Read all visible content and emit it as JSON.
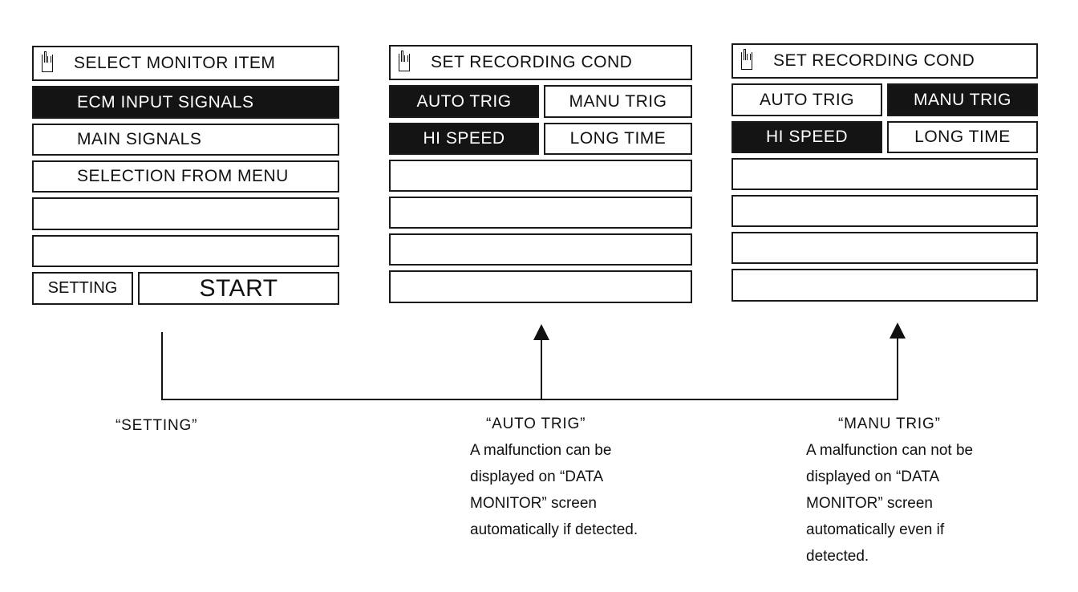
{
  "screen_select": {
    "header": "SELECT MONITOR ITEM",
    "items": [
      "ECM INPUT SIGNALS",
      "MAIN SIGNALS",
      "SELECTION FROM MENU",
      "",
      ""
    ],
    "setting_label": "SETTING",
    "start_label": "START"
  },
  "screen_auto": {
    "header": "SET RECORDING COND",
    "auto_trig_label": "AUTO TRIG",
    "manu_trig_label": "MANU TRIG",
    "hi_speed_label": "HI SPEED",
    "long_time_label": "LONG TIME"
  },
  "screen_manu": {
    "header": "SET RECORDING COND",
    "auto_trig_label": "AUTO TRIG",
    "manu_trig_label": "MANU TRIG",
    "hi_speed_label": "HI SPEED",
    "long_time_label": "LONG TIME"
  },
  "captions": {
    "setting": "“SETTING”",
    "auto_title": "“AUTO TRIG”",
    "auto_lines": [
      "A malfunction can be",
      "displayed on “DATA",
      "MONITOR” screen",
      "automatically if detected."
    ],
    "manu_title": "“MANU TRIG”",
    "manu_lines": [
      "A malfunction can not be",
      "displayed on “DATA",
      "MONITOR” screen",
      "automatically even if",
      "detected."
    ]
  },
  "icons": {
    "header_icon": "pointing-hand-icon"
  }
}
